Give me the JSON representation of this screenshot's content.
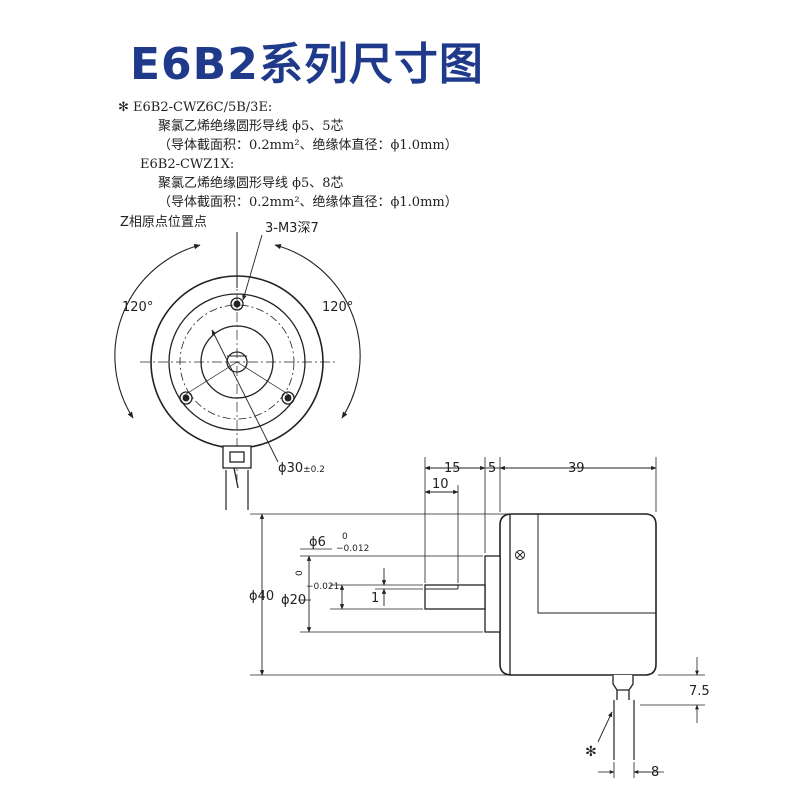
{
  "title": "E6B2系列尺寸图",
  "notes": {
    "marker": "✻",
    "model_a": "E6B2-CWZ6C/5B/3E:",
    "model_a_line1": "聚氯乙烯绝缘圆形导线 ϕ5、5芯",
    "model_a_line2": "（导体截面积：0.2mm²、绝缘体直径：ϕ1.0mm）",
    "model_b": "E6B2-CWZ1X:",
    "model_b_line1": "聚氯乙烯绝缘圆形导线 ϕ5、8芯",
    "model_b_line2": "（导体截面积：0.2mm²、绝缘体直径：ϕ1.0mm）"
  },
  "front_view": {
    "z_phase_label": "Z相原点位置点",
    "holes_label": "3-M3深7",
    "angle_left": "120°",
    "angle_right": "120°",
    "bolt_circle": "ϕ30",
    "bolt_circle_tol": "±0.2"
  },
  "side_view": {
    "dim_15": "15",
    "dim_5": "5",
    "dim_39": "39",
    "dim_10": "10",
    "shaft_dia": "ϕ6",
    "shaft_tol_upper": "0",
    "shaft_tol_lower": "−0.012",
    "boss_tol_upper": "0",
    "boss_tol_lower": "−0.021",
    "flat_1": "1",
    "body_dia": "ϕ40",
    "boss_dia": "ϕ20",
    "dim_7_5": "7.5",
    "dim_8": "8",
    "cable_marker": "✻"
  },
  "colors": {
    "title": "#1f3a8a",
    "line": "#222222"
  }
}
